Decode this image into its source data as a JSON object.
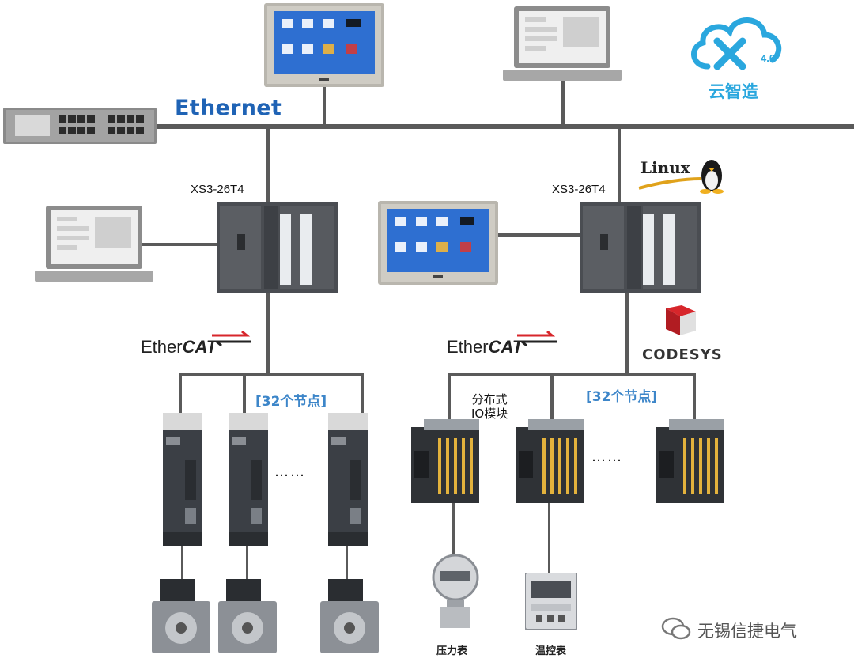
{
  "network": {
    "ethernet_label": "Ethernet"
  },
  "cloud": {
    "version": "4.0",
    "text": "云智造"
  },
  "plc_left": {
    "label": "XS3-26T4"
  },
  "plc_right": {
    "label": "XS3-26T4"
  },
  "os_badge": {
    "text": "Linux"
  },
  "runtime_badge": {
    "text": "CODESYS"
  },
  "ethercat_left": {
    "prefix": "Ether",
    "suffix": "CAT"
  },
  "ethercat_right": {
    "prefix": "Ether",
    "suffix": "CAT"
  },
  "nodes_left": {
    "text": "[32个节点]"
  },
  "nodes_right": {
    "text": "[32个节点]"
  },
  "io_module": {
    "line1": "分布式",
    "line2": "IO模块"
  },
  "ellipsis": "……",
  "instruments": {
    "pressure": "压力表",
    "temperature": "温控表"
  },
  "watermark": {
    "text": "无锡信捷电气"
  },
  "colors": {
    "ethernet_blue": "#1f63b5",
    "node_blue": "#3d86c9",
    "cloud_blue": "#2aa7de",
    "codesys_red": "#d7262b"
  }
}
